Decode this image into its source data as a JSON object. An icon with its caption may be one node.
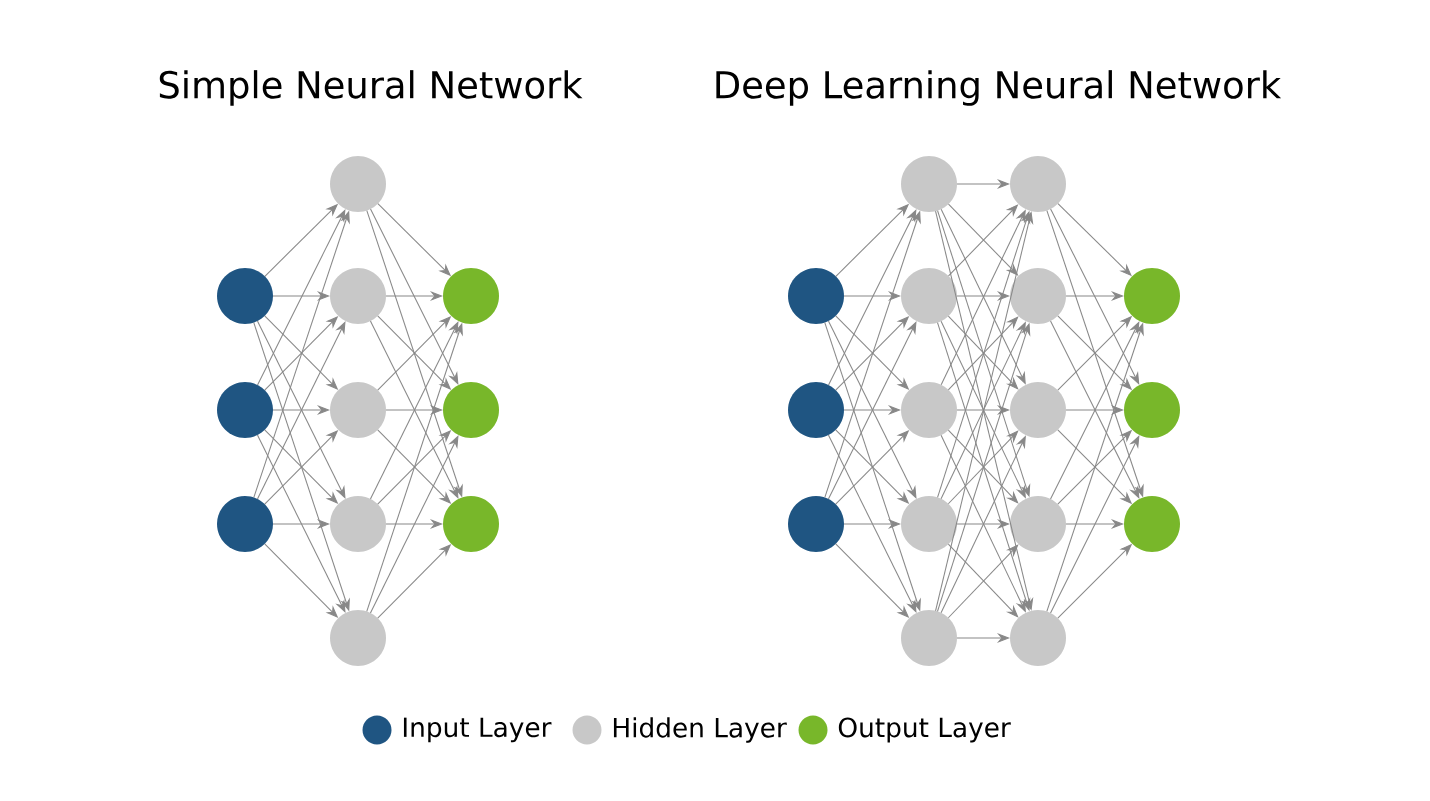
{
  "diagram": {
    "nodes": [
      {
        "text": [],
        "shape": "circle"
      },
      {
        "text": [],
        "shape": "circle"
      },
      {
        "text": [],
        "shape": "circle"
      },
      {
        "text": [],
        "shape": "circle"
      },
      {
        "text": [],
        "shape": "circle"
      },
      {
        "text": [],
        "shape": "circle"
      },
      {
        "text": [],
        "shape": "circle"
      },
      {
        "text": [],
        "shape": "circle"
      },
      {
        "text": [],
        "shape": "circle"
      },
      {
        "text": [],
        "shape": "circle"
      },
      {
        "text": [],
        "shape": "circle"
      },
      {
        "text": [],
        "shape": "circle"
      },
      {
        "text": [],
        "shape": "circle"
      },
      {
        "text": [],
        "shape": "circle"
      },
      {
        "text": [],
        "shape": "circle"
      },
      {
        "text": [],
        "shape": "circle"
      },
      {
        "text": [],
        "shape": "circle"
      },
      {
        "text": [],
        "shape": "circle"
      },
      {
        "text": [],
        "shape": "circle"
      },
      {
        "text": [],
        "shape": "circle"
      },
      {
        "text": [],
        "shape": "circle"
      },
      {
        "text": [],
        "shape": "circle"
      },
      {
        "text": [],
        "shape": "circle"
      },
      {
        "text": [],
        "shape": "circle"
      },
      {
        "text": [],
        "shape": "circle"
      },
      {
        "text": [],
        "shape": "circle"
      },
      {
        "text": [],
        "shape": "circle"
      }
    ],
    "edges": [
      {
        "from": 0,
        "to": 3,
        "arrow": "to"
      },
      {
        "from": 0,
        "to": 4,
        "arrow": "to"
      },
      {
        "from": 0,
        "to": 5,
        "arrow": "to"
      },
      {
        "from": 0,
        "to": 6,
        "arrow": "to"
      },
      {
        "from": 0,
        "to": 7,
        "arrow": "to"
      },
      {
        "from": 1,
        "to": 3,
        "arrow": "to"
      },
      {
        "from": 1,
        "to": 4,
        "arrow": "to"
      },
      {
        "from": 1,
        "to": 5,
        "arrow": "to"
      },
      {
        "from": 1,
        "to": 6,
        "arrow": "to"
      },
      {
        "from": 1,
        "to": 7,
        "arrow": "to"
      },
      {
        "from": 2,
        "to": 3,
        "arrow": "to"
      },
      {
        "from": 2,
        "to": 4,
        "arrow": "to"
      },
      {
        "from": 2,
        "to": 5,
        "arrow": "to"
      },
      {
        "from": 2,
        "to": 6,
        "arrow": "to"
      },
      {
        "from": 2,
        "to": 7,
        "arrow": "to"
      },
      {
        "from": 3,
        "to": 8,
        "arrow": "to"
      },
      {
        "from": 3,
        "to": 9,
        "arrow": "to"
      },
      {
        "from": 3,
        "to": 10,
        "arrow": "to"
      },
      {
        "from": 4,
        "to": 8,
        "arrow": "to"
      },
      {
        "from": 4,
        "to": 9,
        "arrow": "to"
      },
      {
        "from": 4,
        "to": 10,
        "arrow": "to"
      },
      {
        "from": 5,
        "to": 8,
        "arrow": "to"
      },
      {
        "from": 5,
        "to": 9,
        "arrow": "to"
      },
      {
        "from": 5,
        "to": 10,
        "arrow": "to"
      },
      {
        "from": 6,
        "to": 8,
        "arrow": "to"
      },
      {
        "from": 6,
        "to": 9,
        "arrow": "to"
      },
      {
        "from": 6,
        "to": 10,
        "arrow": "to"
      },
      {
        "from": 7,
        "to": 8,
        "arrow": "to"
      },
      {
        "from": 7,
        "to": 9,
        "arrow": "to"
      },
      {
        "from": 7,
        "to": 10,
        "arrow": "to"
      },
      {
        "from": 11,
        "to": 14,
        "arrow": "to"
      },
      {
        "from": 11,
        "to": 15,
        "arrow": "to"
      },
      {
        "from": 11,
        "to": 16,
        "arrow": "to"
      },
      {
        "from": 11,
        "to": 17,
        "arrow": "to"
      },
      {
        "from": 11,
        "to": 18,
        "arrow": "to"
      },
      {
        "from": 12,
        "to": 14,
        "arrow": "to"
      },
      {
        "from": 12,
        "to": 15,
        "arrow": "to"
      },
      {
        "from": 12,
        "to": 16,
        "arrow": "to"
      },
      {
        "from": 12,
        "to": 17,
        "arrow": "to"
      },
      {
        "from": 12,
        "to": 18,
        "arrow": "to"
      },
      {
        "from": 13,
        "to": 14,
        "arrow": "to"
      },
      {
        "from": 13,
        "to": 15,
        "arrow": "to"
      },
      {
        "from": 13,
        "to": 16,
        "arrow": "to"
      },
      {
        "from": 13,
        "to": 17,
        "arrow": "to"
      },
      {
        "from": 13,
        "to": 18,
        "arrow": "to"
      },
      {
        "from": 14,
        "to": 19,
        "arrow": "to"
      },
      {
        "from": 14,
        "to": 20,
        "arrow": "to"
      },
      {
        "from": 14,
        "to": 21,
        "arrow": "to"
      },
      {
        "from": 14,
        "to": 22,
        "arrow": "to"
      },
      {
        "from": 14,
        "to": 23,
        "arrow": "to"
      },
      {
        "from": 15,
        "to": 19,
        "arrow": "to"
      },
      {
        "from": 15,
        "to": 20,
        "arrow": "to"
      },
      {
        "from": 15,
        "to": 21,
        "arrow": "to"
      },
      {
        "from": 15,
        "to": 22,
        "arrow": "to"
      },
      {
        "from": 15,
        "to": 23,
        "arrow": "to"
      },
      {
        "from": 16,
        "to": 19,
        "arrow": "to"
      },
      {
        "from": 16,
        "to": 20,
        "arrow": "to"
      },
      {
        "from": 16,
        "to": 21,
        "arrow": "to"
      },
      {
        "from": 16,
        "to": 22,
        "arrow": "to"
      },
      {
        "from": 16,
        "to": 23,
        "arrow": "to"
      },
      {
        "from": 17,
        "to": 19,
        "arrow": "to"
      },
      {
        "from": 17,
        "to": 20,
        "arrow": "to"
      },
      {
        "from": 17,
        "to": 21,
        "arrow": "to"
      },
      {
        "from": 17,
        "to": 22,
        "arrow": "to"
      },
      {
        "from": 17,
        "to": 23,
        "arrow": "to"
      },
      {
        "from": 18,
        "to": 19,
        "arrow": "to"
      },
      {
        "from": 18,
        "to": 20,
        "arrow": "to"
      },
      {
        "from": 18,
        "to": 21,
        "arrow": "to"
      },
      {
        "from": 18,
        "to": 22,
        "arrow": "to"
      },
      {
        "from": 18,
        "to": 23,
        "arrow": "to"
      },
      {
        "from": 19,
        "to": 24,
        "arrow": "to"
      },
      {
        "from": 19,
        "to": 25,
        "arrow": "to"
      },
      {
        "from": 19,
        "to": 26,
        "arrow": "to"
      },
      {
        "from": 20,
        "to": 24,
        "arrow": "to"
      },
      {
        "from": 20,
        "to": 25,
        "arrow": "to"
      },
      {
        "from": 20,
        "to": 26,
        "arrow": "to"
      },
      {
        "from": 21,
        "to": 24,
        "arrow": "to"
      },
      {
        "from": 21,
        "to": 25,
        "arrow": "to"
      },
      {
        "from": 21,
        "to": 26,
        "arrow": "to"
      },
      {
        "from": 22,
        "to": 24,
        "arrow": "to"
      },
      {
        "from": 22,
        "to": 25,
        "arrow": "to"
      },
      {
        "from": 22,
        "to": 26,
        "arrow": "to"
      },
      {
        "from": 23,
        "to": 24,
        "arrow": "to"
      },
      {
        "from": 23,
        "to": 25,
        "arrow": "to"
      },
      {
        "from": 23,
        "to": 26,
        "arrow": "to"
      }
    ],
    "labels": [
      "Simple Neural Network",
      "Deep Learning Neural Network"
    ],
    "legend": [
      {
        "text": "Input Layer",
        "color": "#1f5582"
      },
      {
        "text": "Hidden Layer",
        "color": "#c8c8c8"
      },
      {
        "text": "Output Layer",
        "color": "#78b72a"
      }
    ]
  }
}
